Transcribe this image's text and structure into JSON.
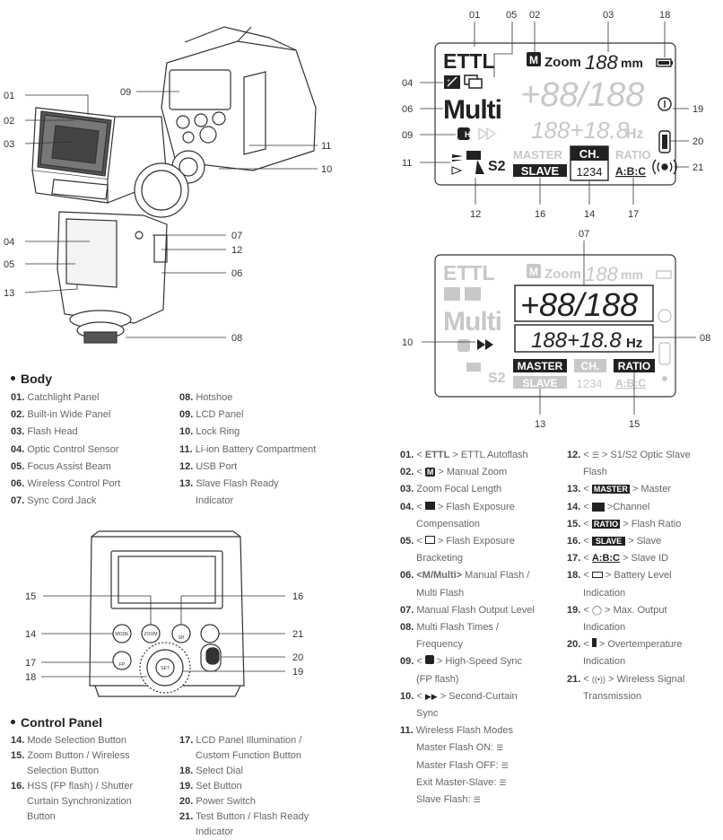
{
  "body_section": {
    "title": "Body",
    "items": [
      {
        "num": "01.",
        "text": "Catchlight Panel"
      },
      {
        "num": "02.",
        "text": "Built-in Wide Panel"
      },
      {
        "num": "03.",
        "text": "Flash Head"
      },
      {
        "num": "04.",
        "text": "Optic Control Sensor"
      },
      {
        "num": "05.",
        "text": "Focus Assist Beam"
      },
      {
        "num": "06.",
        "text": "Wireless Control Port"
      },
      {
        "num": "07.",
        "text": "Sync Cord Jack"
      },
      {
        "num": "08.",
        "text": "Hotshoe"
      },
      {
        "num": "09.",
        "text": "LCD Panel"
      },
      {
        "num": "10.",
        "text": "Lock Ring"
      },
      {
        "num": "11.",
        "text": "Li-ion Battery Compartment"
      },
      {
        "num": "12.",
        "text": "USB Port"
      },
      {
        "num": "13.",
        "text": "Slave Flash Ready",
        "text2": "Indicator"
      }
    ]
  },
  "control_section": {
    "title": "Control Panel",
    "items": [
      {
        "num": "14.",
        "text": "Mode Selection Button"
      },
      {
        "num": "15.",
        "text": "Zoom Button / Wireless",
        "text2": "Selection Button"
      },
      {
        "num": "16.",
        "text": "HSS (FP flash) / Shutter",
        "text2": "Curtain Synchronization",
        "text3": "Button"
      },
      {
        "num": "17.",
        "text": "LCD Panel Illumination /",
        "text2": "Custom Function Button"
      },
      {
        "num": "18.",
        "text": "Select Dial"
      },
      {
        "num": "19.",
        "text": "Set Button"
      },
      {
        "num": "20.",
        "text": "Power Switch"
      },
      {
        "num": "21.",
        "text": "Test Button / Flash Ready",
        "text2": "Indicator"
      }
    ]
  },
  "body_callouts": [
    "01",
    "02",
    "03",
    "04",
    "05",
    "13",
    "09",
    "11",
    "10",
    "07",
    "12",
    "06",
    "08"
  ],
  "panel_callouts": [
    "15",
    "16",
    "14",
    "21",
    "17",
    "20",
    "18",
    "19"
  ],
  "lcd1": {
    "callouts_top": [
      "01",
      "05",
      "02",
      "03",
      "18"
    ],
    "callouts_left": [
      "04",
      "06",
      "09",
      "11"
    ],
    "callouts_right": [
      "19",
      "20",
      "21"
    ],
    "callouts_bottom": [
      "12",
      "16",
      "14",
      "17"
    ],
    "ettl": "ETTL",
    "m": "M",
    "zoom": "Zoom",
    "zoom_val": "188",
    "zoom_unit": "mm",
    "multi": "Multi",
    "power": "+88/188",
    "freq": "188+18.8",
    "hz": "Hz",
    "master": "MASTER",
    "slave": "SLAVE",
    "ch": "CH.",
    "ch_num": "1234",
    "ratio": "RATIO",
    "abc": "A:B:C",
    "s2": "S2",
    "h": "H"
  },
  "lcd2": {
    "callouts": [
      "07",
      "10",
      "08",
      "13",
      "15"
    ]
  },
  "lcd_legend": {
    "items": [
      {
        "num": "01.",
        "pre": "< ",
        "sym": "ETTL",
        "post": " > ETTL Autoflash"
      },
      {
        "num": "02.",
        "pre": "< ",
        "sym": "M",
        "post": " > Manual Zoom"
      },
      {
        "num": "03.",
        "text": "Zoom Focal Length"
      },
      {
        "num": "04.",
        "pre": "< ",
        "post": " > Flash Exposure",
        "cont": "Compensation"
      },
      {
        "num": "05.",
        "pre": "< ",
        "post": " > Flash Exposure",
        "cont": "Bracketing"
      },
      {
        "num": "06.",
        "sym": "<M/Multi>",
        "post": " Manual Flash /",
        "cont": "Multi Flash"
      },
      {
        "num": "07.",
        "text": "Manual Flash Output Level"
      },
      {
        "num": "08.",
        "text": "Multi Flash Times /",
        "cont": "Frequency"
      },
      {
        "num": "09.",
        "pre": "< ",
        "post": " > High-Speed Sync",
        "cont": "(FP flash)"
      },
      {
        "num": "10.",
        "pre": "< ",
        "post": " > Second-Curtain",
        "cont": "Sync"
      },
      {
        "num": "11.",
        "text": "Wireless Flash Modes"
      },
      {
        "num": "12.",
        "pre": "< ",
        "post": " > S1/S2 Optic Slave",
        "cont": "Flash"
      },
      {
        "num": "13.",
        "pre": "< ",
        "sym": "MASTER",
        "post": " > Master"
      },
      {
        "num": "14.",
        "pre": "< ",
        "post": " >Channel"
      },
      {
        "num": "15.",
        "pre": "< ",
        "sym": "RATIO",
        "post": " > Flash Ratio"
      },
      {
        "num": "16.",
        "pre": "< ",
        "sym": "SLAVE",
        "post": " > Slave"
      },
      {
        "num": "17.",
        "pre": "< ",
        "sym": "A:B:C",
        "post": " > Slave ID"
      },
      {
        "num": "18.",
        "pre": "< ",
        "post": " > Battery Level",
        "cont": "Indication"
      },
      {
        "num": "19.",
        "pre": "< ",
        "post": " > Max. Output",
        "cont": "Indication"
      },
      {
        "num": "20.",
        "pre": "< ",
        "post": " > Overtemperature",
        "cont": "Indication"
      },
      {
        "num": "21.",
        "pre": "< ",
        "post": " > Wireless Signal",
        "cont": "Transmission"
      }
    ],
    "modes": [
      "Master Flash ON:",
      "Master Flash OFF:",
      "Exit Master-Slave:",
      "Slave Flash:"
    ]
  },
  "panel_buttons": {
    "mode": "MODE",
    "zoom": "ZOOM",
    "set": "SET",
    "fp": "FP",
    "sh": "SH"
  },
  "colors": {
    "text": "#555555",
    "dark": "#222222",
    "line": "#333333",
    "lcd_ghost": "#c8c8c8"
  }
}
